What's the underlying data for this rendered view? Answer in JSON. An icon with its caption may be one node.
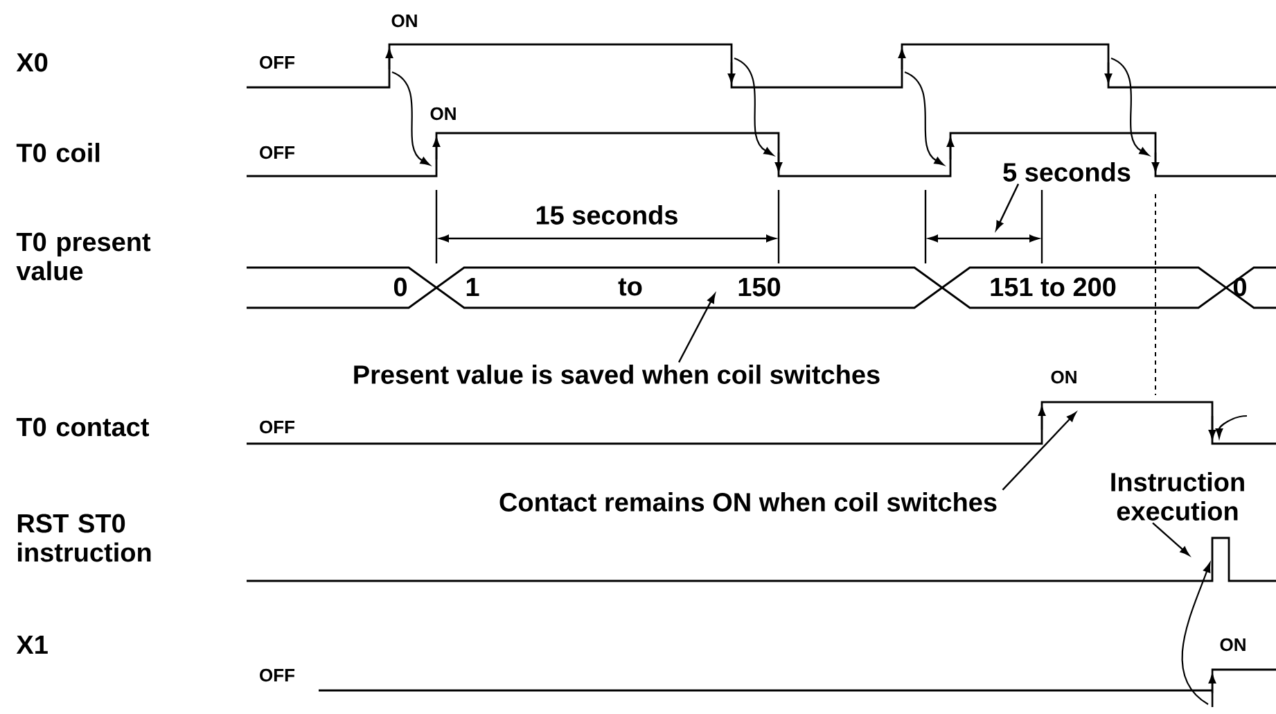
{
  "diagram": {
    "nodes": [
      {
        "text": [
          "Present value is saved when coil switches"
        ]
      },
      {
        "text": [
          "Contact remains ON when coil switches"
        ]
      },
      {
        "text": [
          "Instruction execution"
        ]
      },
      {
        "text": [
          "5 seconds"
        ]
      }
    ],
    "edges": [
      {
        "from": 0,
        "to": null,
        "arrow": "to"
      },
      {
        "from": 1,
        "to": null,
        "arrow": "to"
      },
      {
        "from": 2,
        "to": null,
        "arrow": "to"
      },
      {
        "from": 3,
        "to": null,
        "arrow": "to"
      }
    ],
    "labels": [
      "ON",
      "X0",
      "OFF",
      "ON",
      "T0 coil",
      "OFF",
      "15 seconds",
      "T0 present value",
      "0",
      "1",
      "to",
      "150",
      "151 to 200",
      "0",
      "ON",
      "T0 contact",
      "OFF",
      "RST ST0 instruction",
      "X1",
      "ON",
      "OFF"
    ]
  }
}
